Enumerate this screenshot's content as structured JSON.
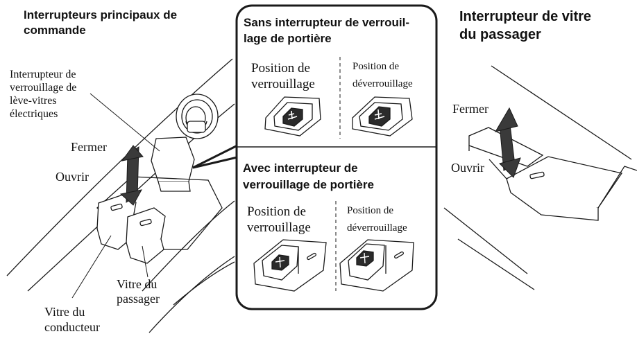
{
  "left_panel": {
    "heading_line1": "Interrupteurs principaux de",
    "heading_line2": "commande",
    "lock_switch_label_line1": "Interrupteur de",
    "lock_switch_label_line2": "verrouillage de",
    "lock_switch_label_line3": "lève-vitres",
    "lock_switch_label_line4": "électriques",
    "close_label": "Fermer",
    "open_label": "Ouvrir",
    "driver_window_line1": "Vitre du",
    "driver_window_line2": "conducteur",
    "passenger_window_line1": "Vitre du",
    "passenger_window_line2": "passager"
  },
  "callout": {
    "without_lock_heading_line1": "Sans interrupteur de verrouil-",
    "without_lock_heading_line2": "lage de portière",
    "with_lock_heading_line1": "Avec interrupteur de",
    "with_lock_heading_line2": "verrouillage de portière",
    "lock_position_line1": "Position de",
    "lock_position_line2": "verrouillage",
    "unlock_position_line1": "Position de",
    "unlock_position_line2": "déverrouillage"
  },
  "right_panel": {
    "heading_line1": "Interrupteur de vitre",
    "heading_line2": "du passager",
    "close_label": "Fermer",
    "open_label": "Ouvrir"
  },
  "colors": {
    "line": "#1a1a1a",
    "arrow_fill": "#3a3a3a",
    "icon_fill": "#2b2b2b"
  }
}
